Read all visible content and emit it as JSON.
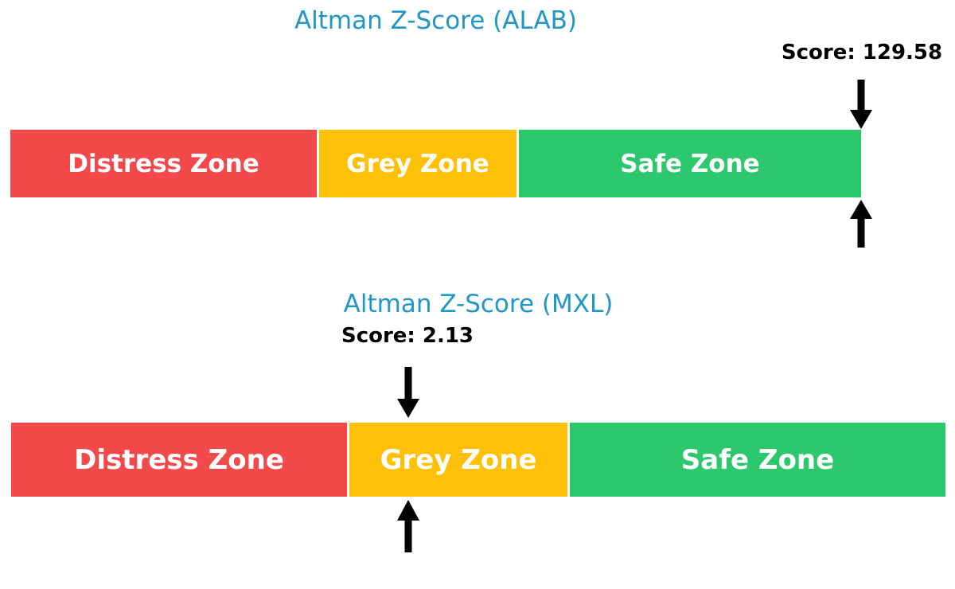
{
  "figure": {
    "background": "#FFFFFF",
    "title_color": "#2196C8",
    "score_color": "#000000",
    "arrow_color": "#000000",
    "zone_label_color": "#FFFFFF"
  },
  "chart_data": [
    {
      "type": "zone-bar",
      "title": "Altman Z-Score (ALAB)",
      "score": 129.58,
      "score_label": "Score: 129.58",
      "axis_range": [
        0,
        5
      ],
      "marker": {
        "value": 129.58,
        "position_fraction": 1.0,
        "clamped_to_axis_max": true
      },
      "zones": [
        {
          "label": "Distress Zone",
          "color": "#F4494B",
          "range": [
            0,
            1.81
          ],
          "width_fraction": 0.362
        },
        {
          "label": "Grey Zone",
          "color": "#FFC107",
          "range": [
            1.81,
            2.99
          ],
          "width_fraction": 0.236
        },
        {
          "label": "Safe Zone",
          "color": "#2DC76D",
          "range": [
            2.99,
            5.0
          ],
          "width_fraction": 0.402
        }
      ]
    },
    {
      "type": "zone-bar",
      "title": "Altman Z-Score (MXL)",
      "score": 2.13,
      "score_label": "Score: 2.13",
      "axis_range": [
        0,
        5
      ],
      "marker": {
        "value": 2.13,
        "position_fraction": 0.426,
        "clamped_to_axis_max": false
      },
      "zones": [
        {
          "label": "Distress Zone",
          "color": "#F4494B",
          "range": [
            0,
            1.81
          ],
          "width_fraction": 0.362
        },
        {
          "label": "Grey Zone",
          "color": "#FFC107",
          "range": [
            1.81,
            2.99
          ],
          "width_fraction": 0.236
        },
        {
          "label": "Safe Zone",
          "color": "#2DC76D",
          "range": [
            2.99,
            5.0
          ],
          "width_fraction": 0.402
        }
      ]
    }
  ]
}
